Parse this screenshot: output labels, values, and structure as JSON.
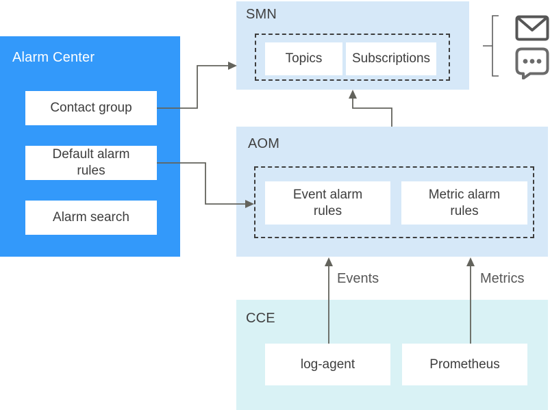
{
  "diagram": {
    "alarm_center": {
      "title": "Alarm Center",
      "items": [
        "Contact group",
        "Default alarm rules",
        "Alarm search"
      ]
    },
    "smn": {
      "title": "SMN",
      "items": [
        "Topics",
        "Subscriptions"
      ]
    },
    "aom": {
      "title": "AOM",
      "items": [
        "Event alarm rules",
        "Metric alarm rules"
      ]
    },
    "cce": {
      "title": "CCE",
      "items": [
        "log-agent",
        "Prometheus"
      ]
    },
    "edge_labels": {
      "events": "Events",
      "metrics": "Metrics"
    },
    "icons": [
      "email-icon",
      "sms-message-icon"
    ],
    "colors": {
      "accent_blue": "#3399fa",
      "panel_blue": "#d6e8f8",
      "panel_cyan": "#d9f2f5",
      "node_fill": "#ffffff",
      "dashed_border": "#3d3d3d",
      "connector": "#63635c",
      "text_dark": "#404040",
      "icon_stroke": "#565656"
    }
  }
}
